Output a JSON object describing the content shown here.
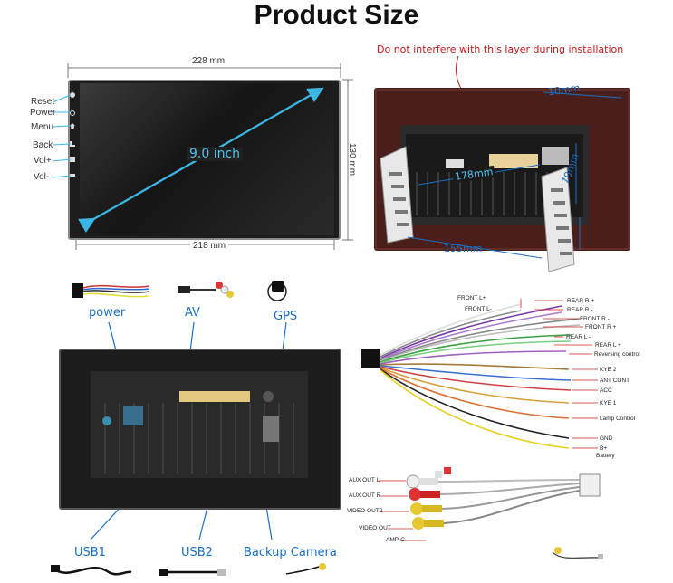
{
  "title": "Product Size",
  "front_view": {
    "width_top": "228 mm",
    "width_bottom": "218 mm",
    "height": "130 mm",
    "diagonal": "9.0 inch",
    "buttons": [
      "Reset",
      "Power",
      "Menu",
      "Back",
      "Vol+",
      "Vol-"
    ]
  },
  "side_view": {
    "warning": "Do not interfere with this layer during installation",
    "dim_depth": "10mm",
    "dim_length": "178mm",
    "dim_height": "70mm",
    "dim_bottom": "155mm"
  },
  "connectors": {
    "power": "power",
    "av": "AV",
    "gps": "GPS",
    "usb1": "USB1",
    "usb2": "USB2",
    "backup_camera": "Backup Camera"
  },
  "harness": {
    "left": [
      "FRONT L+",
      "FRONT L-"
    ],
    "right": [
      "REAR R +",
      "REAR R -",
      "FRONT R -",
      "FRONT R +",
      "REAR L -",
      "REAR L +",
      "Reversing control",
      "KYE 2",
      "ANT CONT",
      "ACC",
      "KYE 1",
      "Lamp Control",
      "GND",
      "B+",
      "Battery"
    ]
  },
  "rca": {
    "labels": [
      "AUX OUT L",
      "AUX OUT R",
      "VIDEO OUT2",
      "VIDEO OUT",
      "AMP-C"
    ]
  },
  "colors": {
    "accent_blue": "#1a6fc4",
    "warning_red": "#c21a1a"
  }
}
